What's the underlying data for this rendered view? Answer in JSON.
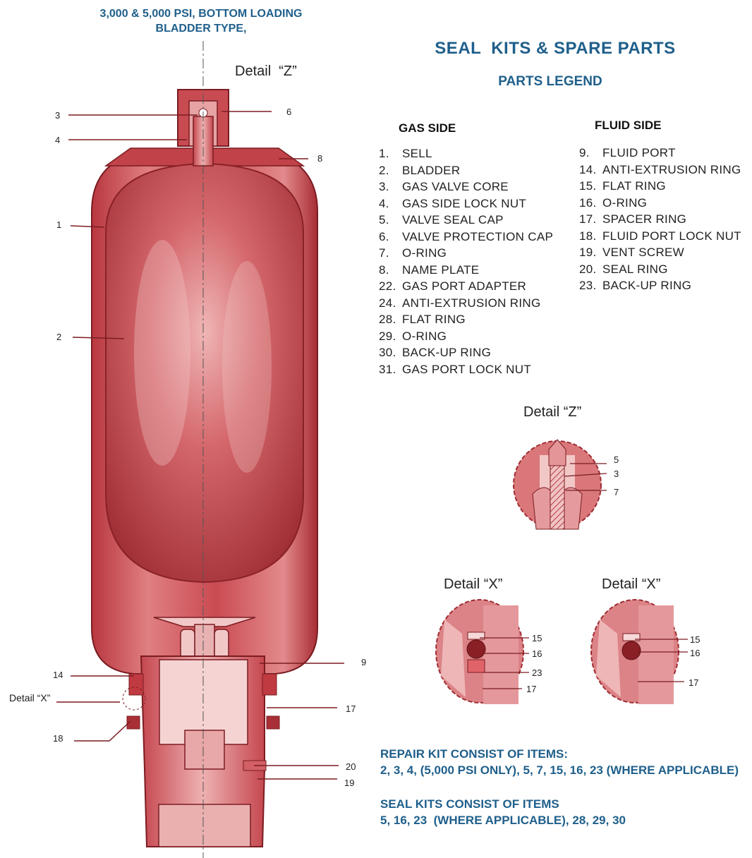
{
  "header": {
    "line1": "3,000 & 5,000 PSI, BOTTOM LOADING",
    "line2": "BLADDER TYPE,"
  },
  "title": "SEAL  KITS & SPARE PARTS",
  "legend_title": "PARTS LEGEND",
  "gas_side": {
    "heading": "GAS SIDE",
    "items": [
      {
        "num": "1.",
        "label": "SELL"
      },
      {
        "num": "2.",
        "label": "BLADDER"
      },
      {
        "num": "3.",
        "label": "GAS VALVE CORE"
      },
      {
        "num": "4.",
        "label": "GAS SIDE LOCK NUT"
      },
      {
        "num": "5.",
        "label": "VALVE SEAL CAP"
      },
      {
        "num": "6.",
        "label": "VALVE PROTECTION CAP"
      },
      {
        "num": "7.",
        "label": "O-RING"
      },
      {
        "num": "8.",
        "label": "NAME PLATE"
      },
      {
        "num": "22.",
        "label": "GAS PORT ADAPTER"
      },
      {
        "num": "24.",
        "label": "ANTI-EXTRUSION RING"
      },
      {
        "num": "28.",
        "label": "FLAT RING"
      },
      {
        "num": "29.",
        "label": "O-RING"
      },
      {
        "num": "30.",
        "label": "BACK-UP RING"
      },
      {
        "num": "31.",
        "label": "GAS PORT LOCK NUT"
      }
    ]
  },
  "fluid_side": {
    "heading": "FLUID SIDE",
    "items": [
      {
        "num": "9.",
        "label": "FLUID PORT"
      },
      {
        "num": "14.",
        "label": "ANTI-EXTRUSION RING"
      },
      {
        "num": "15.",
        "label": "FLAT RING"
      },
      {
        "num": "16.",
        "label": "O-RING"
      },
      {
        "num": "17.",
        "label": "SPACER RING"
      },
      {
        "num": "18.",
        "label": "FLUID PORT LOCK NUT"
      },
      {
        "num": "19.",
        "label": "VENT SCREW"
      },
      {
        "num": "20.",
        "label": "SEAL RING"
      },
      {
        "num": "23.",
        "label": "BACK-UP RING"
      }
    ]
  },
  "details": {
    "z_main": "Detail  “Z”",
    "z_right": "Detail “Z”",
    "x_left": "Detail “X”",
    "x_right": "Detail “X”",
    "x_main": "Detail “X”"
  },
  "callouts": {
    "main": [
      "3",
      "4",
      "6",
      "8",
      "1",
      "2",
      "14",
      "9",
      "17",
      "18",
      "20",
      "19"
    ],
    "z": [
      "5",
      "3",
      "7"
    ],
    "x_left": [
      "15",
      "16",
      "23",
      "17"
    ],
    "x_right": [
      "15",
      "16",
      "17"
    ]
  },
  "repair_kit": {
    "heading": "REPAIR KIT CONSIST OF ITEMS:",
    "items": "2, 3, 4, (5,000 PSI ONLY), 5, 7, 15, 16, 23 (WHERE APPLICABLE)"
  },
  "seal_kit": {
    "heading": "SEAL KITS CONSIST OF ITEMS",
    "items": "5, 16, 23  (WHERE APPLICABLE), 28, 29, 30"
  },
  "colors": {
    "accent": "#1f5f8b",
    "shell": "#c94b52",
    "shell_dark": "#9e2d33"
  }
}
